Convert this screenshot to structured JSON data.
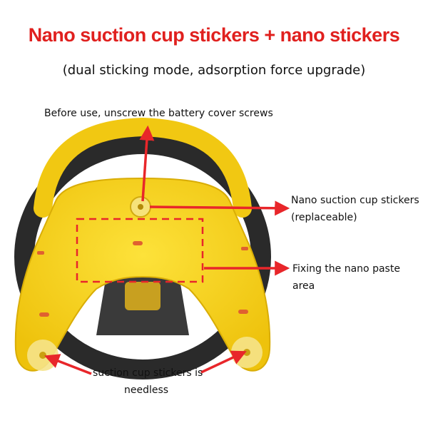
{
  "header": {
    "title": "Nano suction cup stickers + nano stickers",
    "subtitle": "(dual sticking mode, adsorption force upgrade)"
  },
  "callouts": {
    "battery_cover": "Before use, unscrew the battery cover screws",
    "suction_line1": "Nano suction cup stickers",
    "suction_line2": "(replaceable)",
    "paste_line1": "Fixing the nano paste",
    "paste_line2": "area",
    "needless_line1": "suction cup stickers is",
    "needless_line2": "needless"
  },
  "colors": {
    "title_red": "#e0201e",
    "arrow_red": "#e8262a",
    "body_yellow": "#f7d21a",
    "grip_black": "#2a2a2a"
  },
  "icons": [
    "steering-wheel-illustration",
    "arrow-icon",
    "screw-icon"
  ]
}
